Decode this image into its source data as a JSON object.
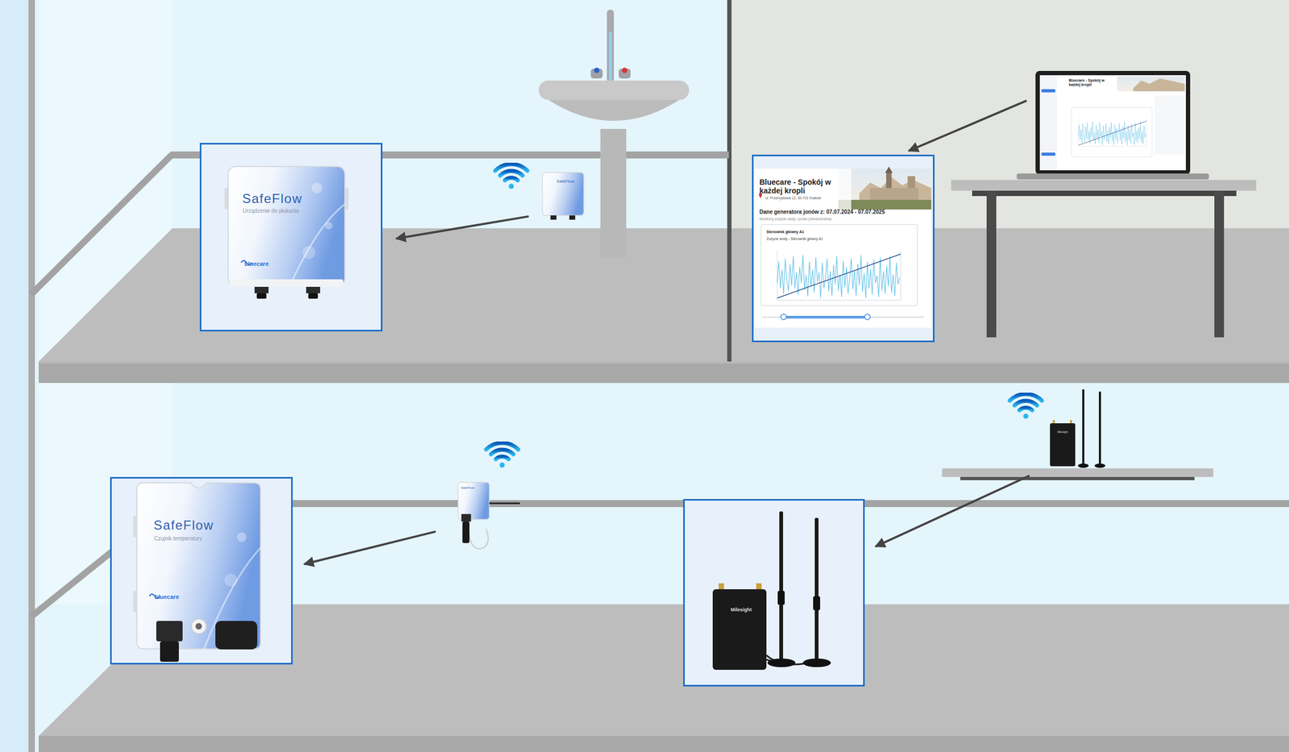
{
  "diagram": {
    "nodes": [
      {
        "text": [
          "SafeFlow",
          "Urządzenie do płukania",
          "bluecare"
        ]
      },
      {
        "text": [
          "SafeFlow"
        ]
      },
      {
        "text": [
          "Bluecare - Spokój w każdej kropli",
          "ul. Przemysłowa 12, 30-701 Kraków",
          "Dane generatora jonów z: 07.07.2024 - 07.07.2025",
          "Monitoruj zużycie wody i jonów (miedzi/srebra)",
          "Sterownik główny A1",
          "Zużycie wody - Sterownik główny A1"
        ]
      },
      {
        "text": [
          "Bluecare - Spokój w każdej kropli"
        ]
      },
      {
        "text": [
          "SafeFlow",
          "Czujnik temperatury",
          "bluecare"
        ]
      },
      {
        "text": [
          "SafeFlow"
        ]
      },
      {
        "text": [
          "Milesight"
        ]
      },
      {
        "text": [
          "Milesight"
        ]
      }
    ],
    "edges": [
      {
        "from": 1,
        "to": 0,
        "arrow": "to"
      },
      {
        "from": 3,
        "to": 2,
        "arrow": "to"
      },
      {
        "from": 5,
        "to": 4,
        "arrow": "to"
      },
      {
        "from": 7,
        "to": 6,
        "arrow": "to"
      }
    ]
  }
}
